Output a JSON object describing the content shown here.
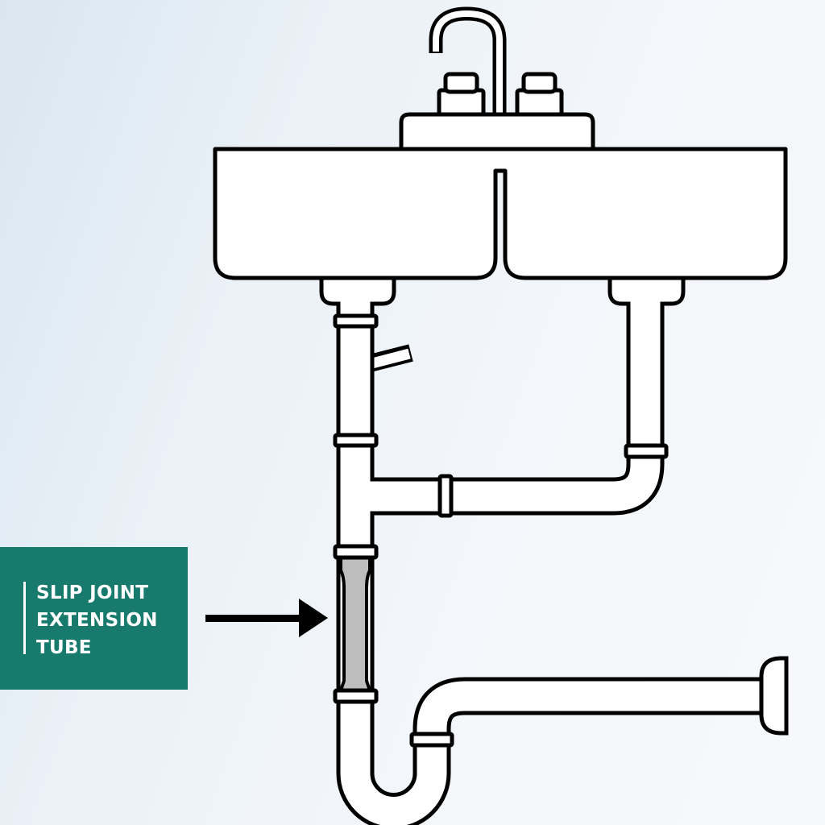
{
  "callout": {
    "lines": [
      "SLIP JOINT",
      "EXTENSION",
      "TUBE"
    ],
    "box_color": "#177a6d",
    "text_color": "#ffffff"
  },
  "colors": {
    "outline": "#000000",
    "pipe_fill": "#ffffff",
    "highlight_fill": "#bdbdbd"
  }
}
